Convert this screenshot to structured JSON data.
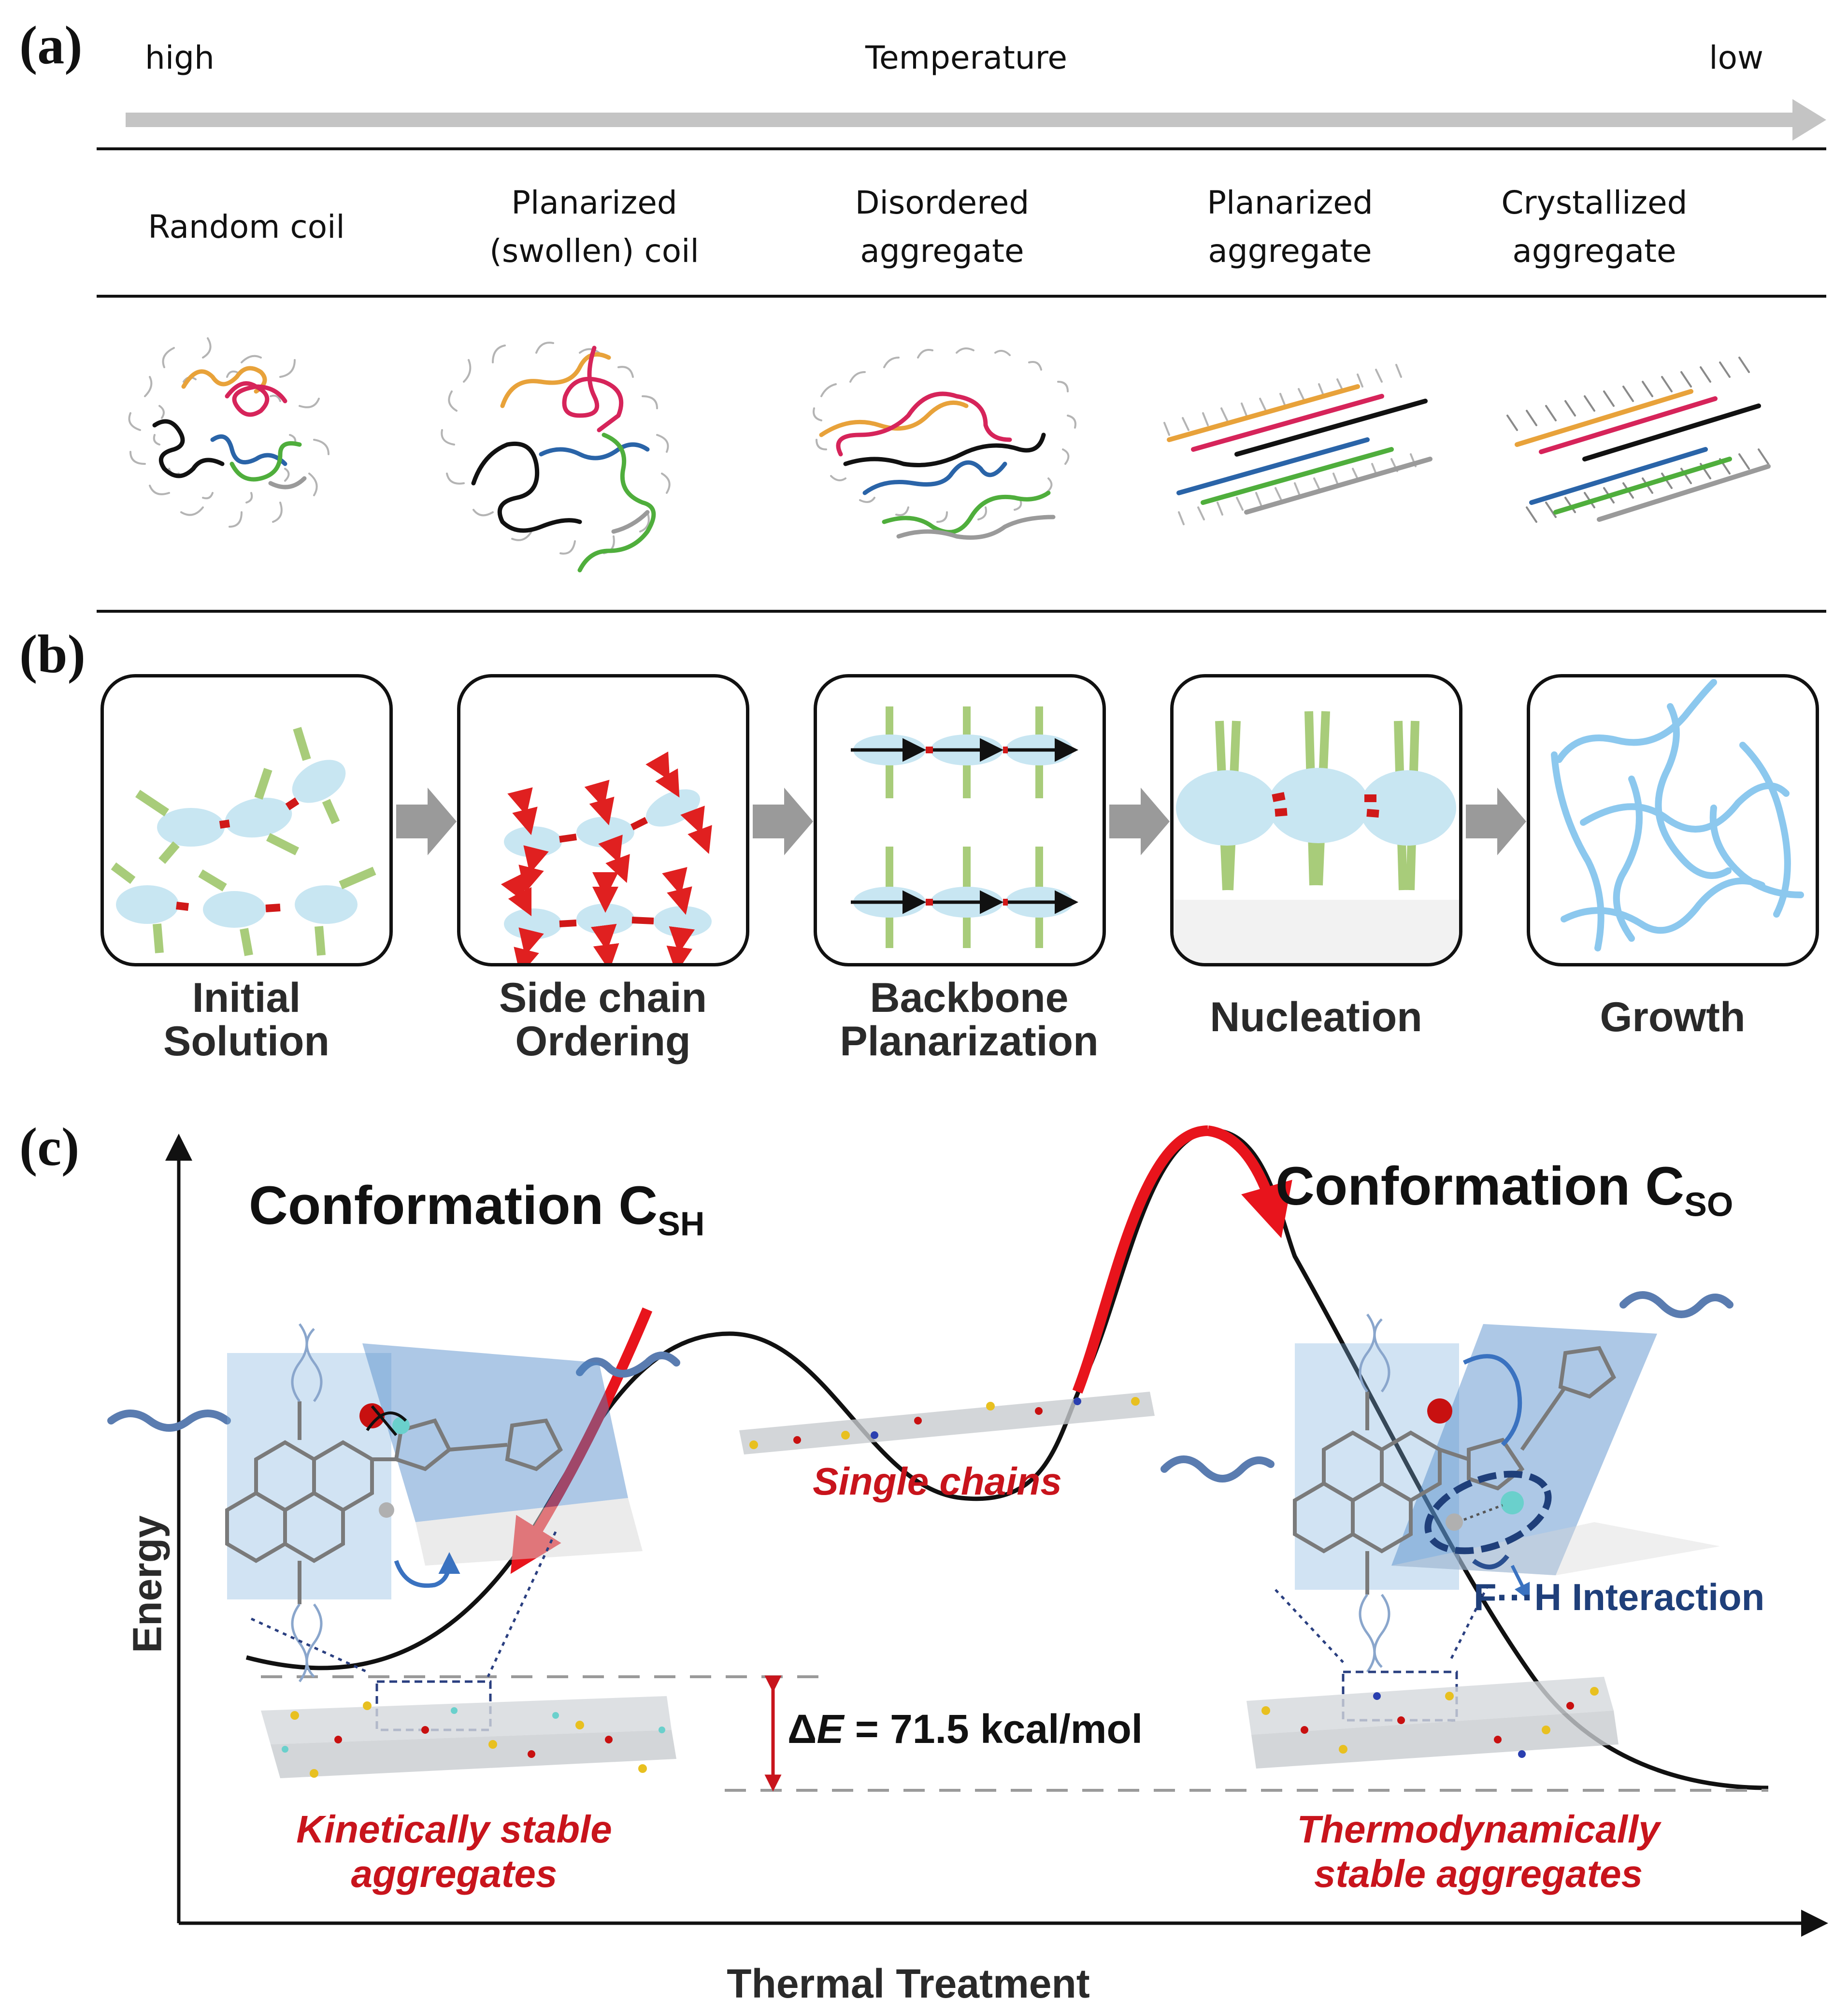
{
  "panel_a": {
    "label": "(a)",
    "axis": {
      "left": "high",
      "center": "Temperature",
      "right": "low"
    },
    "states": [
      {
        "line1": "Random coil",
        "line2": ""
      },
      {
        "line1": "Planarized",
        "line2": "(swollen) coil"
      },
      {
        "line1": "Disordered",
        "line2": "aggregate"
      },
      {
        "line1": "Planarized",
        "line2": "aggregate"
      },
      {
        "line1": "Crystallized",
        "line2": "aggregate"
      }
    ],
    "chain_colors": [
      "#e8a23a",
      "#d6245a",
      "#111111",
      "#2a64a8",
      "#4fae3c",
      "#9a9a9a"
    ]
  },
  "panel_b": {
    "label": "(b)",
    "steps": [
      {
        "line1": "Initial",
        "line2": "Solution"
      },
      {
        "line1": "Side chain",
        "line2": "Ordering"
      },
      {
        "line1": "Backbone",
        "line2": "Planarization"
      },
      {
        "line1": "Nucleation",
        "line2": ""
      },
      {
        "line1": "Growth",
        "line2": ""
      }
    ],
    "colors": {
      "unit": "#c8e6f2",
      "linker": "#d01818",
      "side_chain": "#a8cc7a",
      "arrow": "#e02020",
      "fiber": "#8cc8ee"
    }
  },
  "panel_c": {
    "label": "(c)",
    "y_axis": "Energy",
    "x_axis": "Thermal Treatment",
    "left_title": "Conformation C",
    "left_sub": "SH",
    "right_title": "Conformation C",
    "right_sub": "SO",
    "middle_label": "Single chains",
    "left_label_1": "Kinetically stable",
    "left_label_2": "aggregates",
    "right_label_1": "Thermodynamically",
    "right_label_2": "stable aggregates",
    "interaction": "F···H Interaction",
    "delta_e_prefix": "Δ",
    "delta_e_var": "E",
    "delta_e_value": " = 71.5 kcal/mol",
    "colors": {
      "curve": "#111111",
      "highlight": "#e8141c",
      "plane": "#7aaedc",
      "interaction": "#1f3f7a"
    }
  }
}
